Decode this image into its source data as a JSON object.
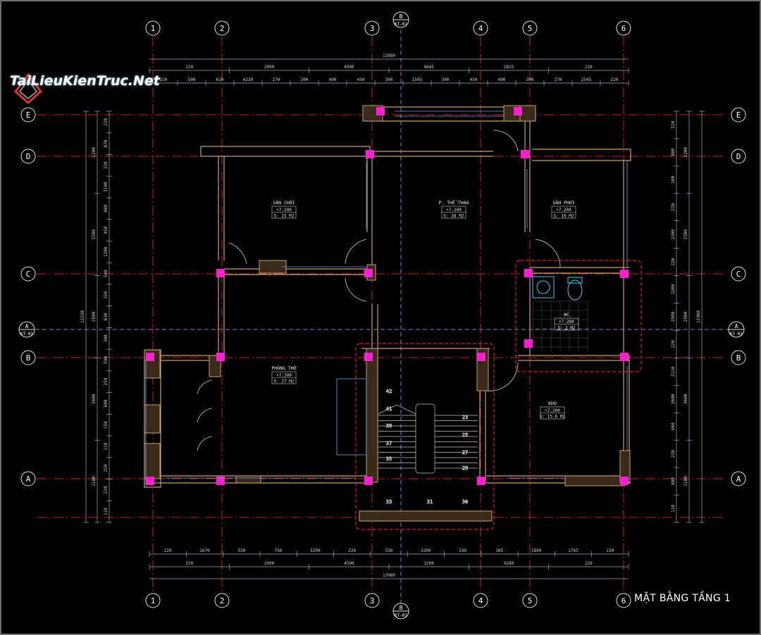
{
  "drawing_title": "MẶT BẰNG TẦNG 1",
  "watermark": "TaiLieuKienTruc.Net",
  "column_grid": [
    "1",
    "2",
    "3",
    "4",
    "5",
    "6"
  ],
  "row_grid": [
    "E",
    "D",
    "C",
    "B",
    "A"
  ],
  "section_markers": {
    "top": {
      "letter": "B",
      "sheet": "KT-01"
    },
    "bottom": {
      "letter": "B",
      "sheet": "KT-01"
    },
    "left": {
      "letter": "A",
      "sheet": "KT-01"
    },
    "right": {
      "letter": "A",
      "sheet": "KT-01"
    }
  },
  "dimensions": {
    "top_total": "13980",
    "top_row1": [
      "220",
      "2000",
      "4500",
      "4645",
      "2815",
      "220"
    ],
    "top_row2": [
      "220",
      "590",
      "610",
      "4230",
      "270",
      "300",
      "490",
      "450",
      "300",
      "1505",
      "300",
      "450",
      "490",
      "300",
      "270",
      "2545",
      "220"
    ],
    "bottom_row1": [
      "220",
      "1670",
      "330",
      "750",
      "3200",
      "220",
      "330",
      "3200",
      "330",
      "385",
      "1800",
      "1765",
      "220"
    ],
    "bottom_row2": [
      "220",
      "2000",
      "4500",
      "3200",
      "4280",
      "220"
    ],
    "bottom_total": "13980",
    "left_outer": "12230",
    "left_mid": [
      "1200",
      "3700",
      "2500",
      "3600",
      "1180"
    ],
    "left_inner": [
      "220",
      "870",
      "330",
      "3100",
      "400",
      "450",
      "1200",
      "540",
      "150",
      "630",
      "300",
      "590",
      "250",
      "600",
      "150",
      "110",
      "250",
      "220",
      "110"
    ],
    "right_outer": "11960",
    "right_mid": [
      "1200",
      "3700",
      "2500",
      "3600",
      "1180"
    ],
    "right_inner": [
      "220",
      "880",
      "100",
      "220",
      "3100",
      "220",
      "2200",
      "2500",
      "220",
      "2110",
      "3600",
      "660",
      "220",
      "880",
      "110"
    ]
  },
  "rooms": [
    {
      "name": "SÂN CHƠI",
      "level": "+7.200",
      "area": "15 M2"
    },
    {
      "name": "P. THỂ THAO",
      "level": "+7.200",
      "area": "28 M2"
    },
    {
      "name": "SÂN PHƠI",
      "level": "+7.200",
      "area": "10 M2"
    },
    {
      "name": "WC",
      "level": "+7.200",
      "area": "2 M2"
    },
    {
      "name": "PHÒNG THỜ",
      "level": "+7.200",
      "area": "27 M2"
    },
    {
      "name": "KHO",
      "level": "+7.200",
      "area": "15.6 M2"
    }
  ],
  "stair_numbers": [
    "42",
    "41",
    "39",
    "37",
    "35",
    "33",
    "31",
    "30",
    "29",
    "27",
    "25",
    "23"
  ]
}
